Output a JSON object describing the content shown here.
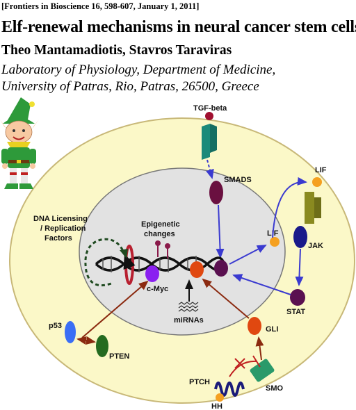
{
  "header": {
    "citation": "[Frontiers in Bioscience 16, 598-607, January 1, 2011]",
    "title": "Elf-renewal mechanisms in neural cancer stem cells",
    "authors": "Theo Mantamadiotis, Stavros Taraviras",
    "affiliation_line1": "Laboratory of Physiology, Department of Medicine,",
    "affiliation_line2": "University of Patras, Rio, Patras, 26500, Greece"
  },
  "diagram": {
    "labels": {
      "tgf_beta": "TGF-beta",
      "smads": "SMADS",
      "lif_outer": "LIF",
      "lif_inner": "LIF",
      "jak": "JAK",
      "stat": "STAT",
      "dna_licensing_1": "DNA Licensing",
      "dna_licensing_2": "/ Replication",
      "dna_licensing_3": "Factors",
      "epigenetic_1": "Epigenetic",
      "epigenetic_2": "changes",
      "cmyc": "c-Myc",
      "mirnas": "miRNAs",
      "gli": "GLI",
      "p53": "p53",
      "pten": "PTEN",
      "ptch": "PTCH",
      "smo": "SMO",
      "hh": "HH"
    },
    "colors": {
      "cell_fill": "#fbf8c8",
      "cell_border": "#c8b878",
      "nucleus_fill": "#e2e2e2",
      "blue_arrow": "#3a3ad0",
      "brown_arrow": "#8b2a10",
      "smads": "#6a1040",
      "lif": "#f5a020",
      "jak": "#1a1a8a",
      "stat": "#5a1050",
      "receptor_tgf": "#1a8a7a",
      "receptor_lif": "#8a8a20",
      "cmyc": "#8a20f0",
      "gli": "#e04810",
      "p53": "#3a6ef5",
      "pten": "#246b20",
      "smo": "#2a9a6a",
      "ptch": "#1a1a7a",
      "tgf_ligand": "#a01030"
    }
  }
}
